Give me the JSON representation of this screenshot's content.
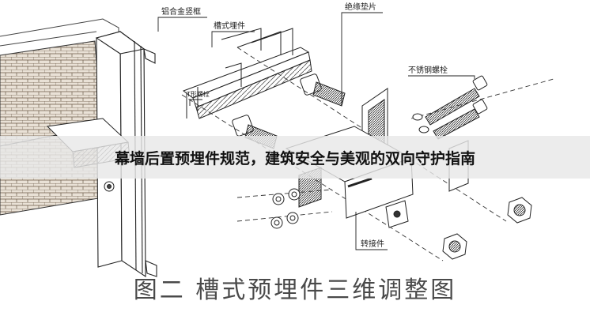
{
  "banner": {
    "title": "幕墙后置预埋件规范，建筑安全与美观的双向守护指南"
  },
  "diagram": {
    "caption": "图二  槽式预埋件三维调整图",
    "labels": {
      "aluminum_frame": "铝合金竖框",
      "channel_embed": "槽式埋件",
      "insulation_gasket": "绝缘垫片",
      "stainless_bolt": "不锈钢螺栓",
      "adapter_piece": "转接件",
      "small_label": "T形螺栓"
    }
  }
}
